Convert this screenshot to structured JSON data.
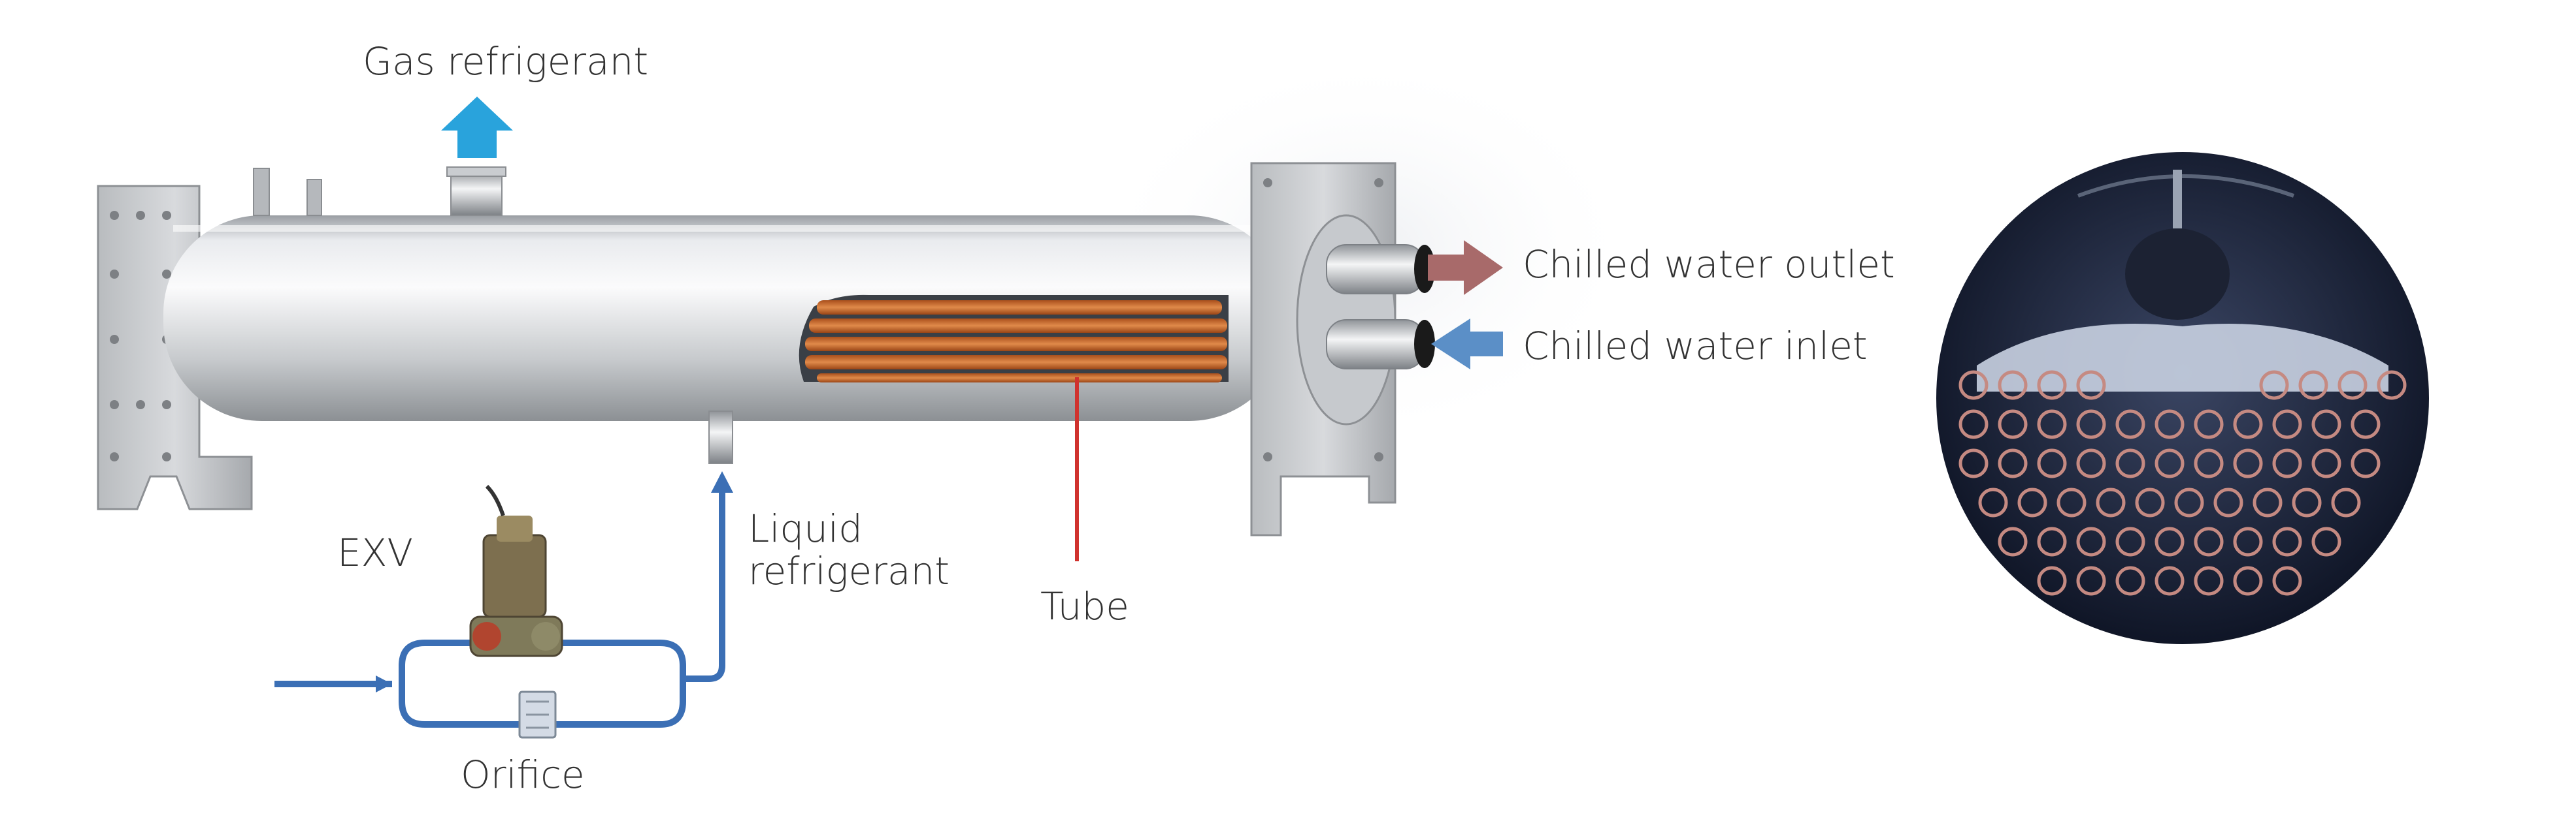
{
  "labels": {
    "gas_refrigerant": "Gas refrigerant",
    "chilled_water_outlet": "Chilled water outlet",
    "chilled_water_inlet": "Chilled water inlet",
    "liquid_refrigerant_line1": "Liquid",
    "liquid_refrigerant_line2": "refrigerant",
    "tube": "Tube",
    "exv": "EXV",
    "orifice": "Orifice"
  },
  "colors": {
    "gas_arrow": "#29a3dc",
    "outlet_arrow": "#a86a6a",
    "inlet_arrow": "#5b8fc7",
    "refrigerant_pipe": "#3b6fb5",
    "tube_pointer": "#d0322e",
    "tube_copper": "#c86a2e",
    "tube_sheet_background": "#1a2238"
  },
  "icons": {
    "gas_outlet": "arrow-up-icon",
    "water_outlet": "arrow-right-icon",
    "water_inlet": "arrow-left-icon"
  }
}
